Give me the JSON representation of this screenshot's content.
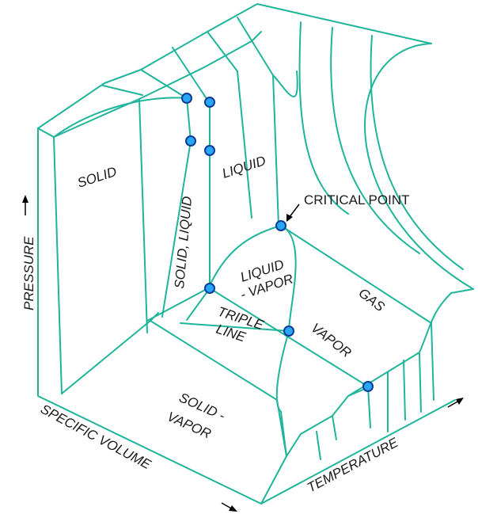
{
  "colors": {
    "surface_lines": "#1fb59a",
    "state_points": "#28a8f2",
    "point_outline": "#0a3a9a",
    "text": "#1a1a1a"
  },
  "regions": {
    "solid": "SOLID",
    "liquid": "LIQUID",
    "solid_liquid": "SOLID, LIQUID",
    "liquid_vapor_1": "LIQUID",
    "liquid_vapor_2": "- VAPOR",
    "triple_line_1": "TRIPLE",
    "triple_line_2": "LINE",
    "vapor": "VAPOR",
    "gas": "GAS",
    "solid_vapor_1": "SOLID -",
    "solid_vapor_2": "VAPOR"
  },
  "annotations": {
    "critical_point": "CRITICAL POINT"
  },
  "axes": {
    "pressure": "PRESSURE",
    "specific_volume": "SPECIFIC VOLUME",
    "temperature": "TEMPERATURE"
  },
  "points": [
    {
      "name": "melting-point-left-top"
    },
    {
      "name": "melting-point-right-top"
    },
    {
      "name": "melting-point-left-mid"
    },
    {
      "name": "melting-point-right-mid"
    },
    {
      "name": "critical-point"
    },
    {
      "name": "triple-point-liquid"
    },
    {
      "name": "triple-point-vapor"
    },
    {
      "name": "saturated-vapor-point"
    }
  ]
}
